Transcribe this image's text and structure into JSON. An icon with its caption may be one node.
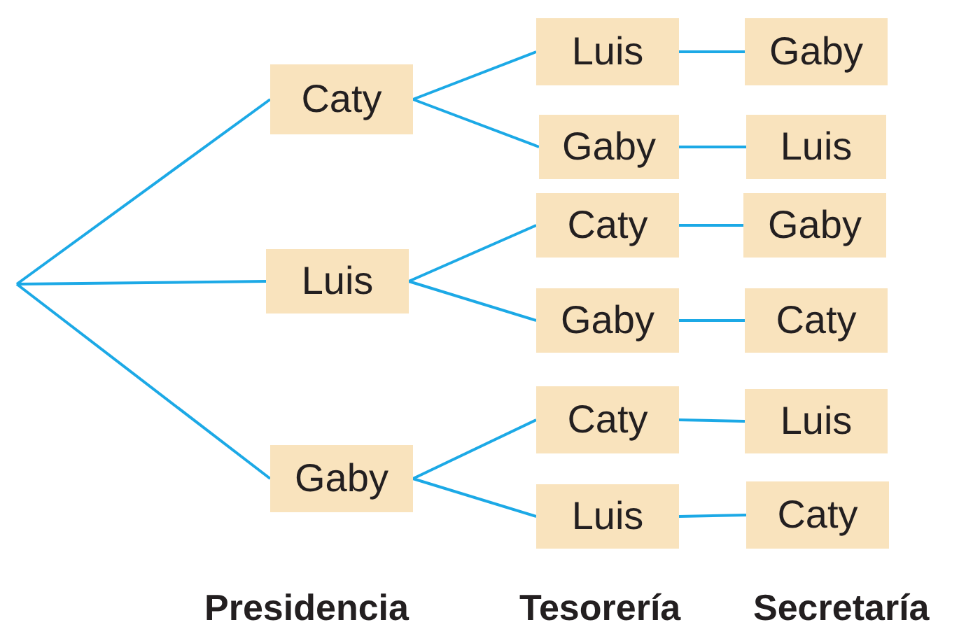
{
  "diagram": {
    "nodes": [
      {
        "text": [
          "Caty"
        ]
      },
      {
        "text": [
          "Luis"
        ]
      },
      {
        "text": [
          "Gaby"
        ]
      },
      {
        "text": [
          "Luis"
        ]
      },
      {
        "text": [
          "Gaby"
        ]
      },
      {
        "text": [
          "Caty"
        ]
      },
      {
        "text": [
          "Gaby"
        ]
      },
      {
        "text": [
          "Caty"
        ]
      },
      {
        "text": [
          "Luis"
        ]
      },
      {
        "text": [
          "Gaby"
        ]
      },
      {
        "text": [
          "Luis"
        ]
      },
      {
        "text": [
          "Gaby"
        ]
      },
      {
        "text": [
          "Caty"
        ]
      },
      {
        "text": [
          "Luis"
        ]
      },
      {
        "text": [
          "Caty"
        ]
      }
    ],
    "edges": [
      {
        "from": null,
        "to": 0,
        "arrow": "none"
      },
      {
        "from": null,
        "to": 1,
        "arrow": "none"
      },
      {
        "from": null,
        "to": 2,
        "arrow": "none"
      },
      {
        "from": 0,
        "to": 3,
        "arrow": "none"
      },
      {
        "from": 0,
        "to": 4,
        "arrow": "none"
      },
      {
        "from": 1,
        "to": 5,
        "arrow": "none"
      },
      {
        "from": 1,
        "to": 6,
        "arrow": "none"
      },
      {
        "from": 2,
        "to": 7,
        "arrow": "none"
      },
      {
        "from": 2,
        "to": 8,
        "arrow": "none"
      },
      {
        "from": 3,
        "to": 9,
        "arrow": "none"
      },
      {
        "from": 4,
        "to": 10,
        "arrow": "none"
      },
      {
        "from": 5,
        "to": 11,
        "arrow": "none"
      },
      {
        "from": 6,
        "to": 12,
        "arrow": "none"
      },
      {
        "from": 7,
        "to": 13,
        "arrow": "none"
      },
      {
        "from": 8,
        "to": 14,
        "arrow": "none"
      }
    ],
    "labels": [
      "Presidencia",
      "Tesorería",
      "Secretaría"
    ]
  }
}
